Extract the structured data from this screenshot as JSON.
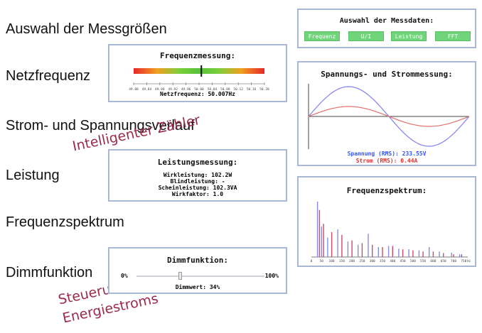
{
  "labels": {
    "auswahl": "Auswahl der Messgrößen",
    "netzfrequenz": "Netzfrequenz",
    "verlauf": "Strom- und Spannungsverlauf",
    "leistung": "Leistung",
    "frequenzspektrum": "Frequenzspektrum",
    "dimmfunktion": "Dimmfunktion"
  },
  "annotations": {
    "intelligent": "Intelligenter Zähler",
    "steuerung_line1": "Steuerung des",
    "steuerung_line2": "Energiestroms"
  },
  "frequenz_panel": {
    "title": "Frequenzmessung:",
    "ticks": [
      "49.80",
      "49.84",
      "49.88",
      "49.92",
      "49.96",
      "50.00",
      "50.04",
      "50.08",
      "50.12",
      "50.16",
      "50.20"
    ],
    "readout": "Netzfrequenz: 50.007Hz",
    "value": 50.007,
    "range": [
      49.8,
      50.2
    ]
  },
  "messdaten_panel": {
    "title": "Auswahl der Messdaten:",
    "buttons": [
      "Frequenz",
      "U/I",
      "Leistung",
      "FFT"
    ],
    "button_color": "#6fd47a"
  },
  "leistung_panel": {
    "title": "Leistungsmessung:",
    "lines": [
      "Wirkleistung: 102.2W",
      "Blindleistung: -",
      "Scheinleistung: 102.3VA",
      "Wirkfaktor: 1.0"
    ]
  },
  "dimm_panel": {
    "title": "Dimmfunktion:",
    "min_label": "0%",
    "max_label": "100%",
    "readout": "Dimmwert: 34%",
    "value_percent": 34
  },
  "wave_panel": {
    "title": "Spannungs- und Strommessung:",
    "voltage_label": "Spannung (RMS): 233.55V",
    "current_label": "Strom (RMS): 0.44A",
    "voltage_color": "#3355ff",
    "current_color": "#e03030",
    "wave_line_color": "#7f7ff0",
    "current_wave_color": "#e07070"
  },
  "chart_data": {
    "type": "bar",
    "title": "Frequenzspektrum:",
    "xlabel": "Hz",
    "xlim": [
      0,
      770
    ],
    "xticks": [
      "0",
      "50",
      "100",
      "150",
      "200",
      "250",
      "300",
      "350",
      "400",
      "450",
      "500",
      "550",
      "600",
      "650",
      "700",
      "750"
    ],
    "series": [
      {
        "color": "#8a8ae0",
        "values": [
          [
            30,
            1.0
          ],
          [
            50,
            0.55
          ],
          [
            80,
            0.35
          ],
          [
            130,
            0.5
          ],
          [
            180,
            0.28
          ],
          [
            230,
            0.22
          ],
          [
            280,
            0.42
          ],
          [
            330,
            0.18
          ],
          [
            380,
            0.2
          ],
          [
            430,
            0.15
          ],
          [
            480,
            0.14
          ],
          [
            530,
            0.12
          ],
          [
            580,
            0.18
          ],
          [
            630,
            0.1
          ],
          [
            690,
            0.08
          ],
          [
            730,
            0.05
          ]
        ]
      },
      {
        "color": "#d04a6a",
        "values": [
          [
            40,
            0.85
          ],
          [
            60,
            0.6
          ],
          [
            100,
            0.45
          ],
          [
            150,
            0.4
          ],
          [
            200,
            0.3
          ],
          [
            250,
            0.25
          ],
          [
            300,
            0.22
          ],
          [
            350,
            0.18
          ],
          [
            400,
            0.2
          ],
          [
            450,
            0.14
          ],
          [
            500,
            0.12
          ],
          [
            550,
            0.1
          ],
          [
            600,
            0.1
          ],
          [
            650,
            0.07
          ],
          [
            700,
            0.05
          ],
          [
            740,
            0.05
          ]
        ]
      }
    ]
  }
}
